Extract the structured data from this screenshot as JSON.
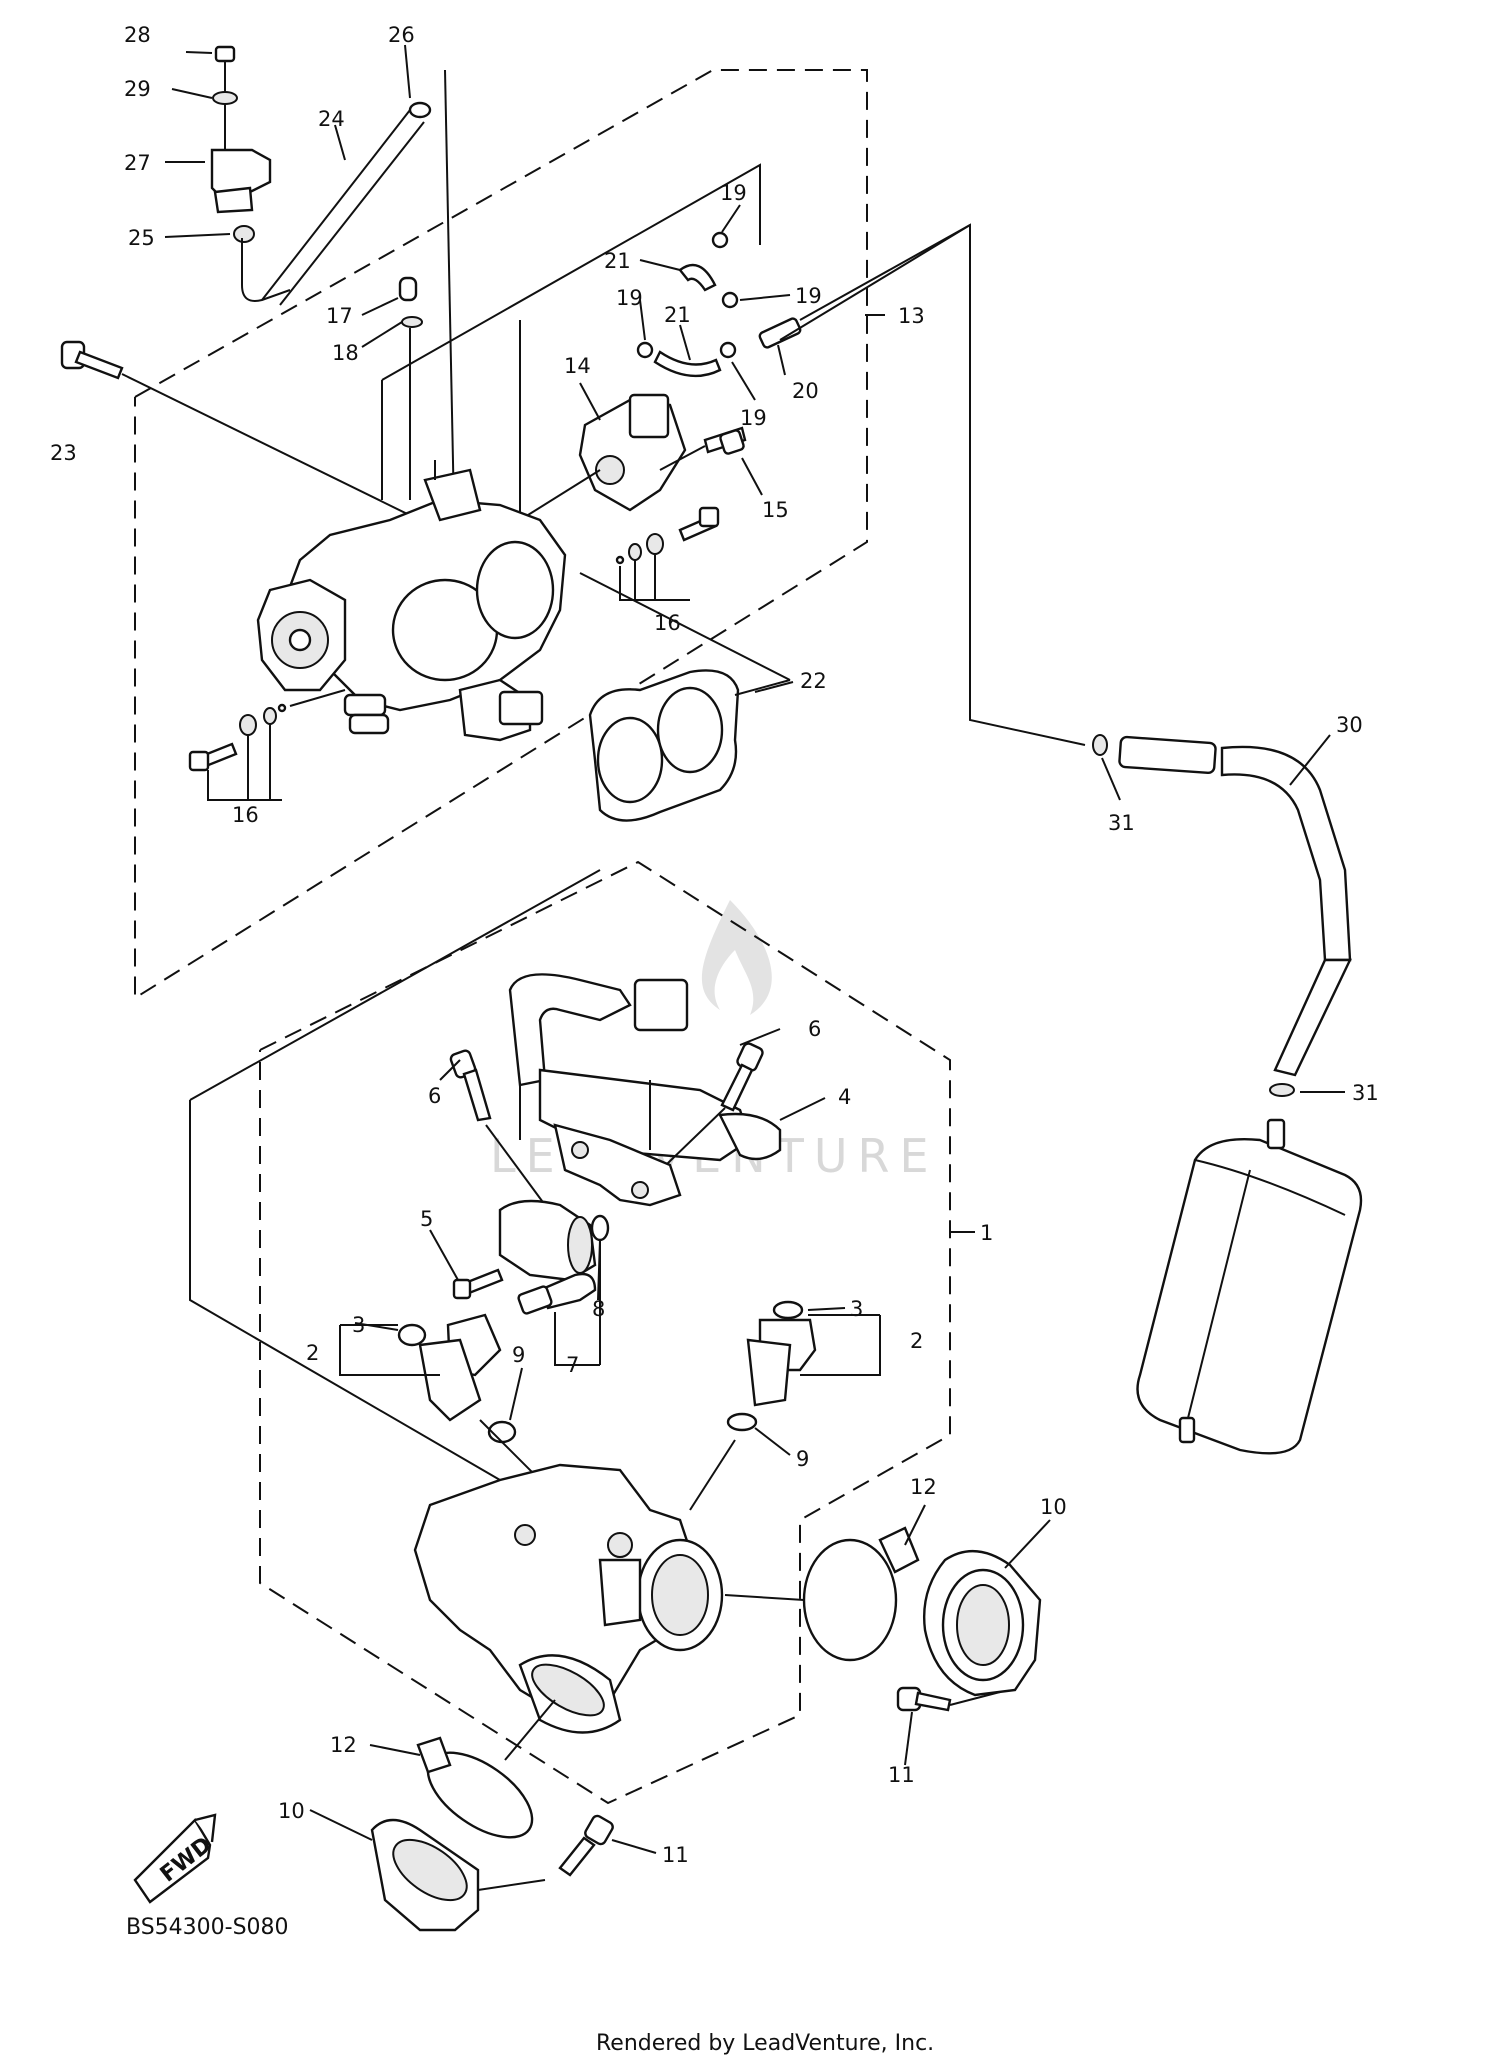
{
  "diagram": {
    "code": "BS54300-S080",
    "fwd_label": "FWD",
    "watermark": "LEADVENTURE",
    "rendered_by": "Rendered by LeadVenture, Inc."
  },
  "callouts": [
    {
      "id": "c28",
      "text": "28"
    },
    {
      "id": "c26",
      "text": "26"
    },
    {
      "id": "c29",
      "text": "29"
    },
    {
      "id": "c24",
      "text": "24"
    },
    {
      "id": "c27",
      "text": "27"
    },
    {
      "id": "c25",
      "text": "25"
    },
    {
      "id": "c19a",
      "text": "19"
    },
    {
      "id": "c21a",
      "text": "21"
    },
    {
      "id": "c19b",
      "text": "19"
    },
    {
      "id": "c17",
      "text": "17"
    },
    {
      "id": "c19c",
      "text": "19"
    },
    {
      "id": "c21b",
      "text": "21"
    },
    {
      "id": "c13",
      "text": "13"
    },
    {
      "id": "c18",
      "text": "18"
    },
    {
      "id": "c20",
      "text": "20"
    },
    {
      "id": "c23",
      "text": "23"
    },
    {
      "id": "c14",
      "text": "14"
    },
    {
      "id": "c19d",
      "text": "19"
    },
    {
      "id": "c15",
      "text": "15"
    },
    {
      "id": "c16a",
      "text": "16"
    },
    {
      "id": "c22",
      "text": "22"
    },
    {
      "id": "c16b",
      "text": "16"
    },
    {
      "id": "c30",
      "text": "30"
    },
    {
      "id": "c31a",
      "text": "31"
    },
    {
      "id": "c6a",
      "text": "6"
    },
    {
      "id": "c6b",
      "text": "6"
    },
    {
      "id": "c4",
      "text": "4"
    },
    {
      "id": "c31b",
      "text": "31"
    },
    {
      "id": "c1",
      "text": "1"
    },
    {
      "id": "c5",
      "text": "5"
    },
    {
      "id": "c3a",
      "text": "3"
    },
    {
      "id": "c8",
      "text": "8"
    },
    {
      "id": "c3b",
      "text": "3"
    },
    {
      "id": "c2a",
      "text": "2"
    },
    {
      "id": "c2b",
      "text": "2"
    },
    {
      "id": "c7",
      "text": "7"
    },
    {
      "id": "c9a",
      "text": "9"
    },
    {
      "id": "c9b",
      "text": "9"
    },
    {
      "id": "c12a",
      "text": "12"
    },
    {
      "id": "c10a",
      "text": "10"
    },
    {
      "id": "c11a",
      "text": "11"
    },
    {
      "id": "c12b",
      "text": "12"
    },
    {
      "id": "c10b",
      "text": "10"
    },
    {
      "id": "c11b",
      "text": "11"
    }
  ]
}
